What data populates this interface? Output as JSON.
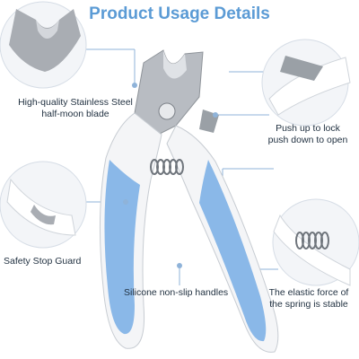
{
  "title": "Product Usage Details",
  "labels": {
    "blade": [
      "High-quality Stainless Steel",
      "half-moon blade"
    ],
    "lock": [
      "Push up to lock",
      "push down to open"
    ],
    "guard": [
      "Safety Stop Guard"
    ],
    "handles": [
      "Silicone non-slip handles"
    ],
    "spring": [
      "The elastic force of",
      "the spring is stable"
    ]
  },
  "colors": {
    "title": "#5b9bd5",
    "handle_blue": "#8ab8e8",
    "handle_white": "#f4f5f7",
    "steel": "#b8bcc2",
    "leader": "#8fb3d9"
  }
}
